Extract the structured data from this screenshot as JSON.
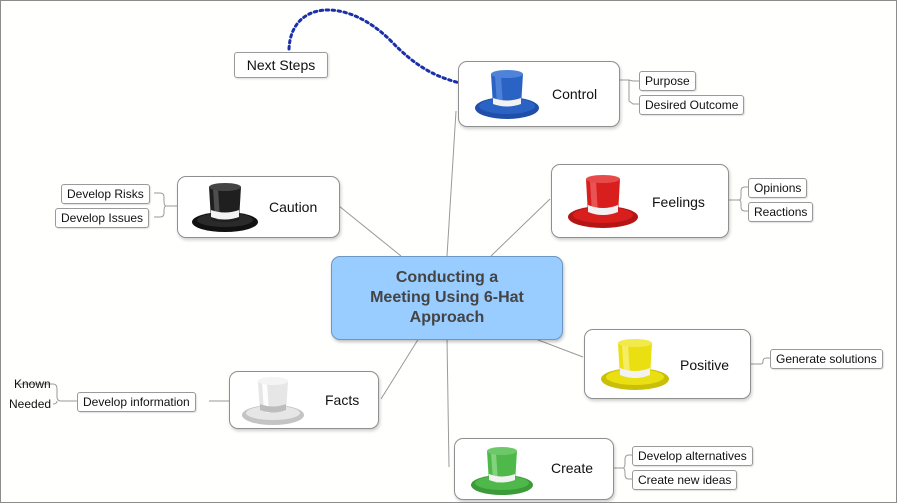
{
  "central": {
    "text": "Conducting a\nMeeting Using 6-Hat\nApproach"
  },
  "annotation": {
    "text": "Next Steps"
  },
  "branches": {
    "control": {
      "label": "Control",
      "hat_color": "#2b63c4",
      "band_color": "#f2f2f2",
      "icon": "blue-hat-icon",
      "children": [
        "Purpose",
        "Desired Outcome"
      ]
    },
    "feelings": {
      "label": "Feelings",
      "hat_color": "#d91e1e",
      "band_color": "#f2f2f2",
      "icon": "red-hat-icon",
      "children": [
        "Opinions",
        "Reactions"
      ]
    },
    "positive": {
      "label": "Positive",
      "hat_color": "#eadf10",
      "band_color": "#f2f2f2",
      "icon": "yellow-hat-icon",
      "children": [
        "Generate solutions"
      ]
    },
    "create": {
      "label": "Create",
      "hat_color": "#4fb84a",
      "band_color": "#f2f2f2",
      "icon": "green-hat-icon",
      "children": [
        "Develop alternatives",
        "Create new ideas"
      ]
    },
    "facts": {
      "label": "Facts",
      "hat_color": "#e6e6e6",
      "band_color": "#bdbdbd",
      "icon": "white-hat-icon",
      "children": [
        "Develop information"
      ],
      "grandchildren": [
        "Known",
        "Needed"
      ]
    },
    "caution": {
      "label": "Caution",
      "hat_color": "#1f1f1f",
      "band_color": "#f2f2f2",
      "icon": "black-hat-icon",
      "children": [
        "Develop Risks",
        "Develop Issues"
      ]
    }
  },
  "colors": {
    "central_fill": "#99ccff",
    "connector": "#9a9a9a",
    "dotted_link": "#1a2fa8"
  }
}
